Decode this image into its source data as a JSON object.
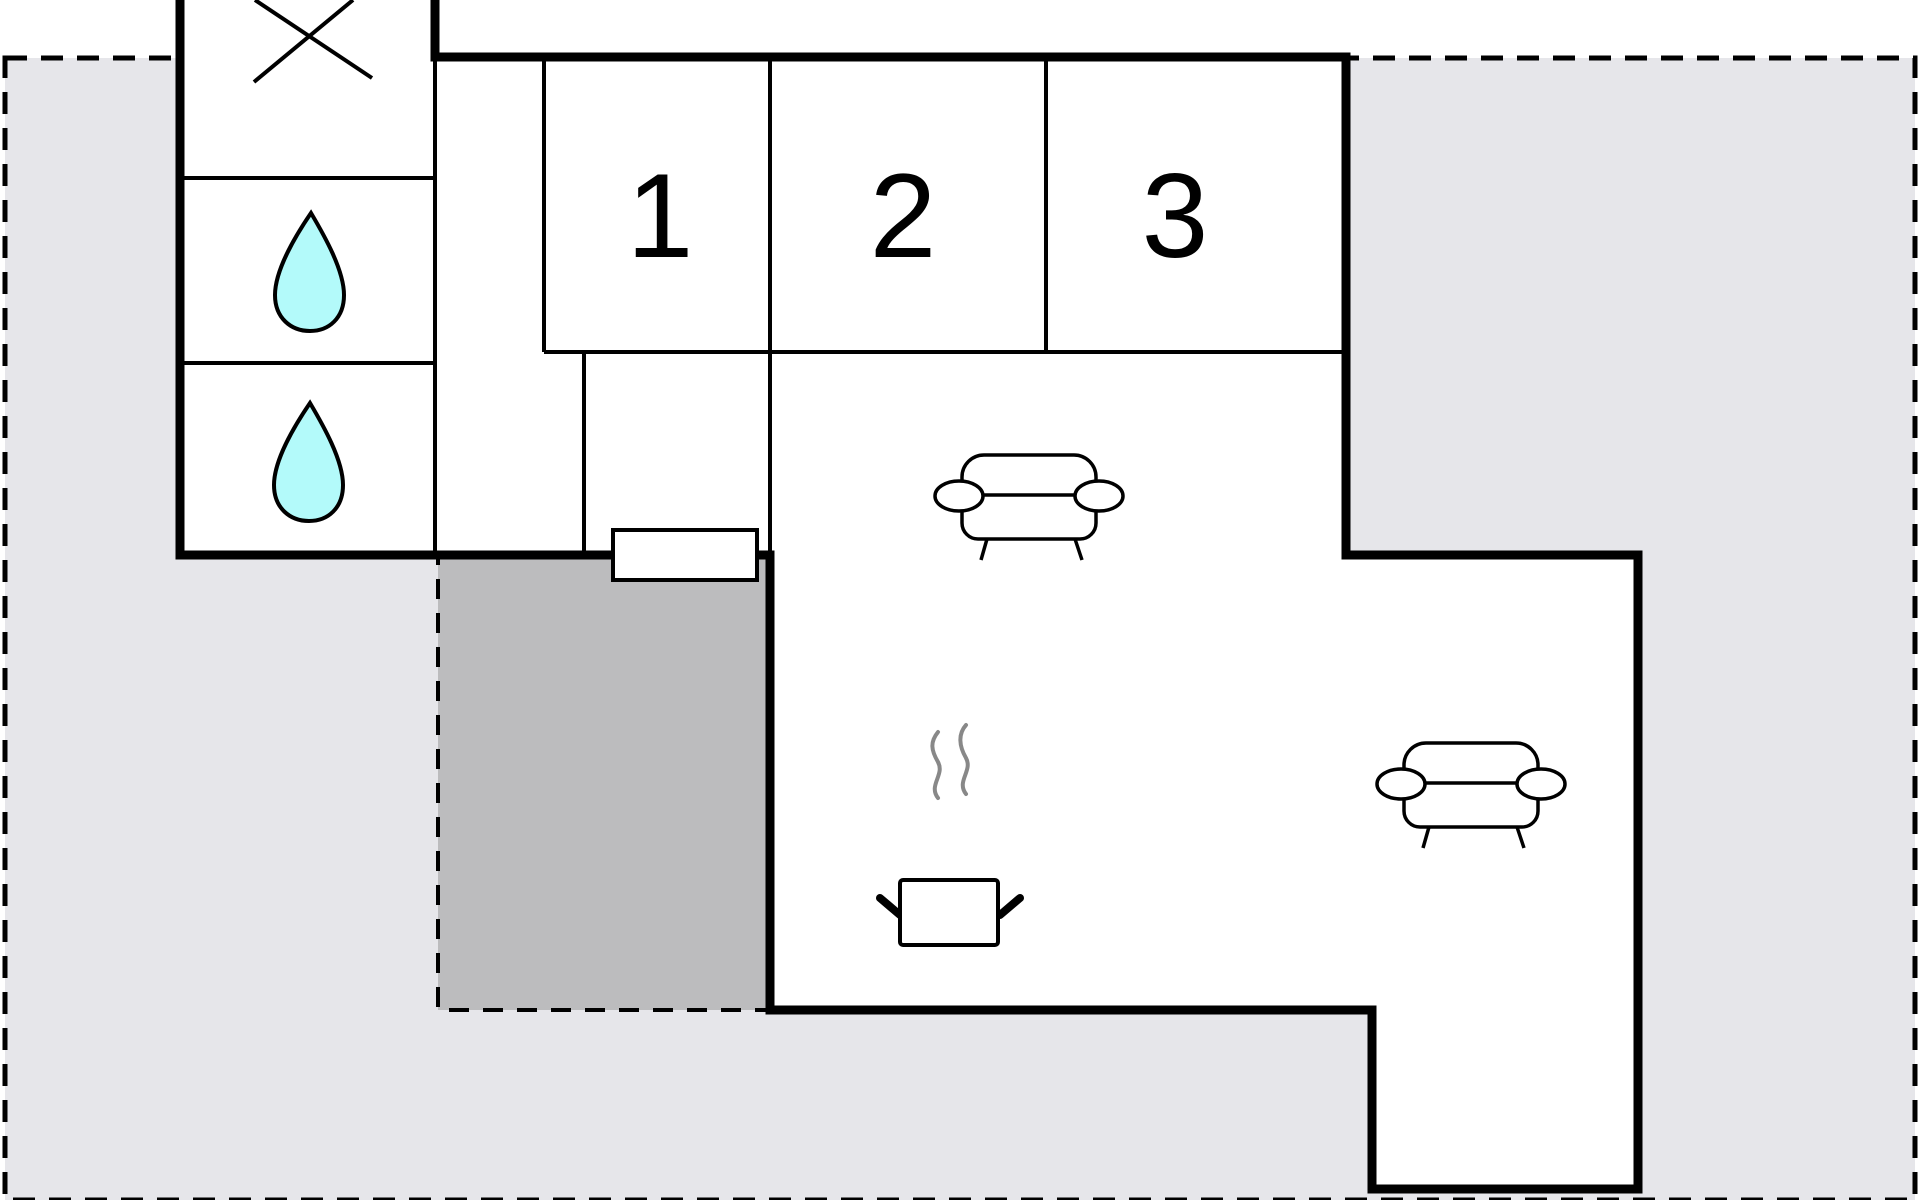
{
  "floor_plan": {
    "bedrooms": [
      {
        "number": "1"
      },
      {
        "number": "2"
      },
      {
        "number": "3"
      }
    ],
    "icons": {
      "toilet": "cross-icon",
      "bathrooms": [
        "water-drop-icon",
        "water-drop-icon"
      ],
      "living_areas": [
        "sofa-icon",
        "sofa-icon"
      ],
      "kitchen": "cooking-pot-icon",
      "terrace": "shaded-covered-area"
    },
    "colors": {
      "plot": "#e6e6ea",
      "terrace": "#bcbcbe",
      "water": "#b3fafa",
      "wall": "#000000",
      "interior": "#ffffff"
    }
  }
}
